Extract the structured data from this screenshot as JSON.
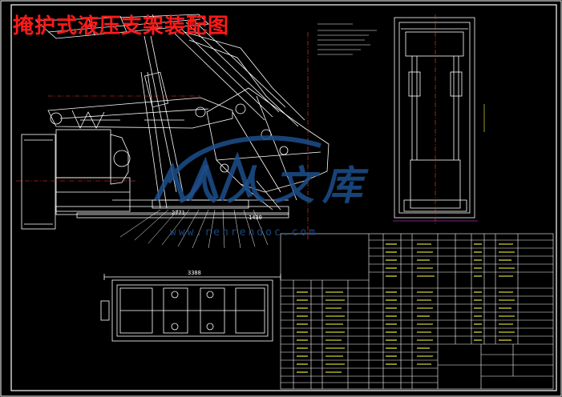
{
  "title": "掩护式液压支架装配图",
  "watermark": {
    "name": "人人文库",
    "url": "www.renrendoc.com",
    "color": "#1d4f8c"
  },
  "dimensions": {
    "dim_a": "2771",
    "dim_b": "1430",
    "dim_c": "3388"
  },
  "colors": {
    "title": "#ff1a1a",
    "lines": "#ffffff",
    "center_lines": "#ff3b3b",
    "magenta": "#ff40ff",
    "yellow": "#ffff40"
  }
}
